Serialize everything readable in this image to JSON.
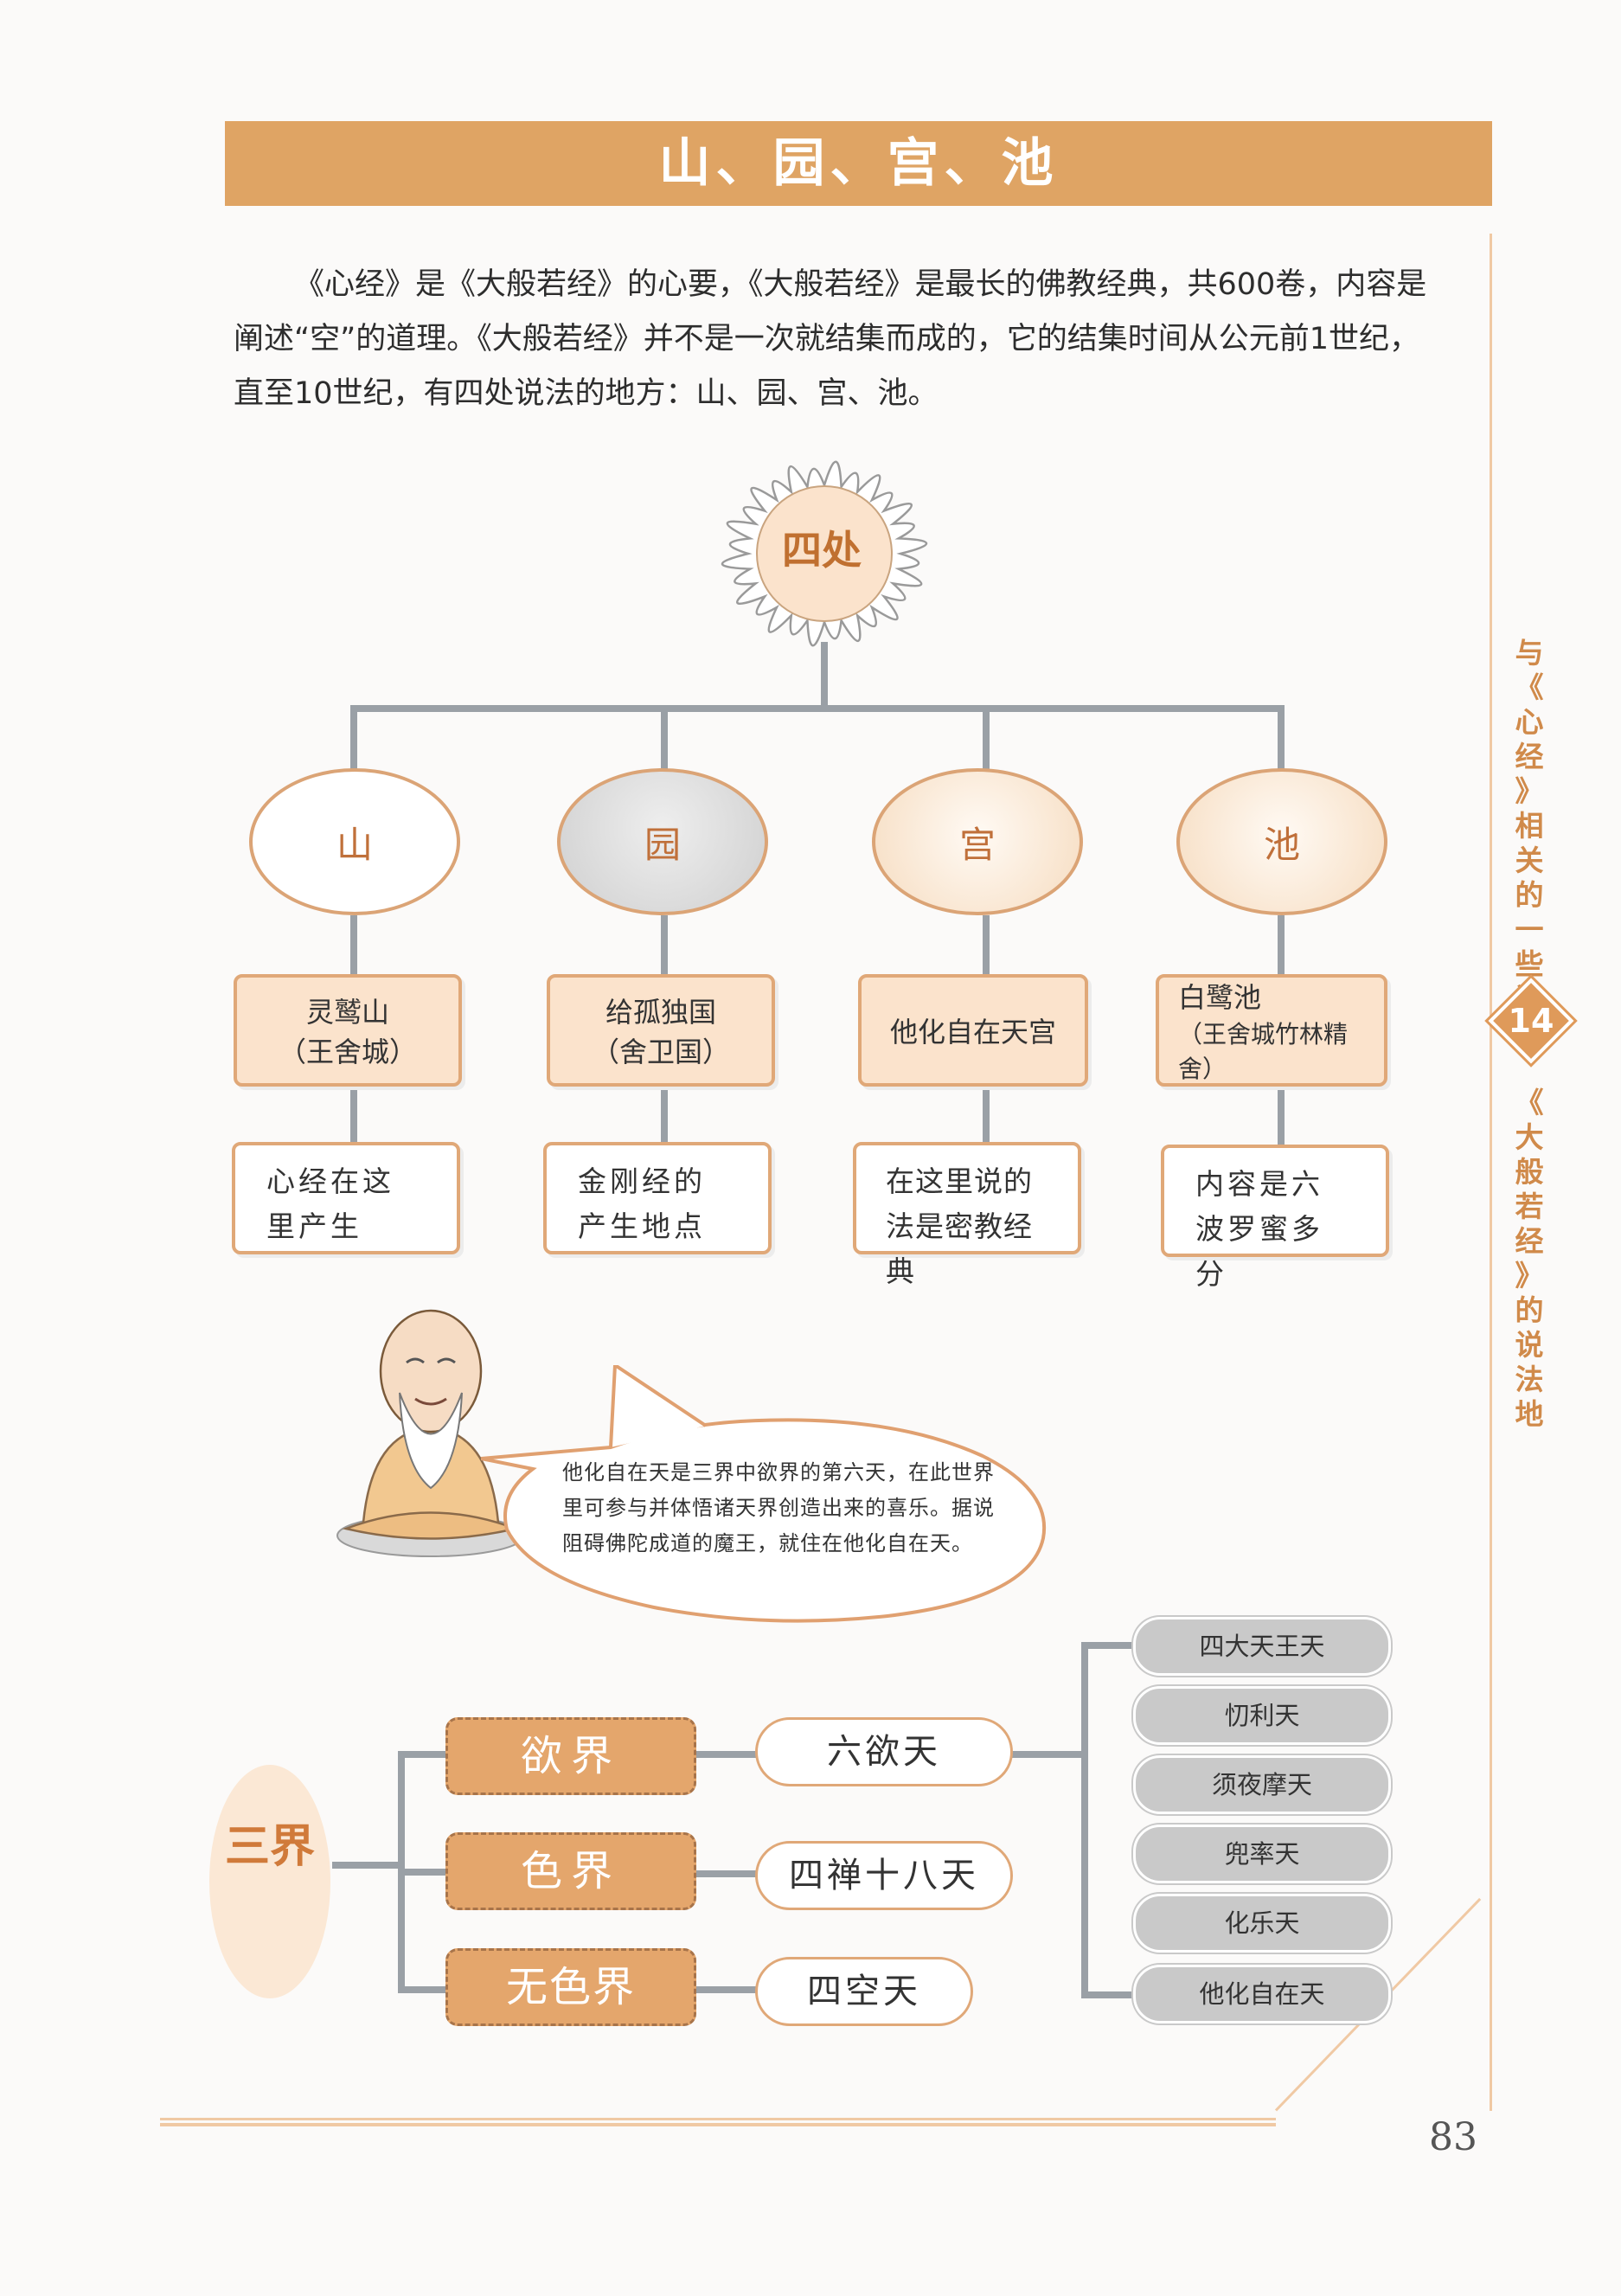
{
  "title": "山、园、宫、池",
  "intro": "《心经》是《大般若经》的心要，《大般若经》是最长的佛教经典，共600卷，内容是阐述“空”的道理。《大般若经》并不是一次就结集而成的，它的结集时间从公元前1世纪，直至10世纪，有四处说法的地方：山、园、宫、池。",
  "tree": {
    "root": "四处",
    "places": [
      {
        "name": "山",
        "location": "灵鹫山",
        "region": "（王舍城）",
        "note": "心经在这里产生"
      },
      {
        "name": "园",
        "location": "给孤独国",
        "region": "（舍卫国）",
        "note": "金刚经的产生地点"
      },
      {
        "name": "宫",
        "location": "他化自在天宫",
        "region": "",
        "note": "在这里说的法是密教经典"
      },
      {
        "name": "池",
        "location": "白鹭池",
        "region": "（王舍城竹林精舍）",
        "note": "内容是六波罗蜜多分"
      }
    ]
  },
  "speech_bubble": "他化自在天是三界中欲界的第六天，在此世界里可参与并体悟诸天界创造出来的喜乐。据说阻碍佛陀成道的魔王，就住在他化自在天。",
  "three_realms": {
    "root": "三界",
    "realms": [
      {
        "name": "欲界",
        "heaven": "六欲天"
      },
      {
        "name": "色界",
        "heaven": "四禅十八天"
      },
      {
        "name": "无色界",
        "heaven": "四空天"
      }
    ],
    "six_heavens": [
      "四大天王天",
      "忉利天",
      "须夜摩天",
      "兜率天",
      "化乐天",
      "他化自在天"
    ]
  },
  "sidebar": {
    "section": "与《心经》相关的一些问题",
    "chapter_number": "14",
    "chapter_title": "《大般若经》的说法地"
  },
  "page_number": "83",
  "colors": {
    "accent": "#dfa464",
    "box_fill": "#fbe3cc",
    "line": "#9aa0a6",
    "pill": "#c9c9c9"
  }
}
